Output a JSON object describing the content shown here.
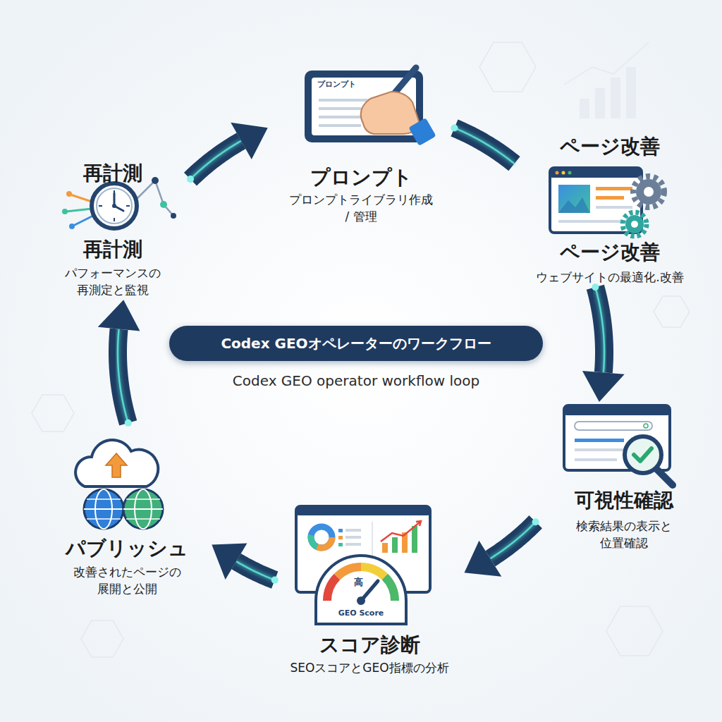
{
  "diagram": {
    "nodes": [
      {
        "text": [
          "プロンプト",
          "プロンプトライブラリ作成 / 管理"
        ]
      },
      {
        "text": [
          "ページ改善",
          "ページ改善",
          "ウェブサイトの最適化.改善"
        ]
      },
      {
        "text": [
          "可視性確認",
          "検索結果の表示と 位置確認"
        ]
      },
      {
        "text": [
          "スコア診断",
          "SEOスコアとGEO指標の分析"
        ]
      },
      {
        "text": [
          "パブリッシュ",
          "改善されたページの 展開と公開"
        ]
      },
      {
        "text": [
          "再計測",
          "再計測",
          "パフォーマンスの 再測定と監視"
        ]
      },
      {
        "text": [
          "Codex GEOオペレーターのワークフロー",
          "Codex GEO operator workflow loop"
        ]
      }
    ],
    "edges": [
      {
        "from": 0,
        "to": 1,
        "arrow": "none"
      },
      {
        "from": 1,
        "to": 2,
        "arrow": "to"
      },
      {
        "from": 2,
        "to": 3,
        "arrow": "to"
      },
      {
        "from": 3,
        "to": 4,
        "arrow": "to"
      },
      {
        "from": 4,
        "to": 5,
        "arrow": "to"
      },
      {
        "from": 5,
        "to": 0,
        "arrow": "to"
      }
    ],
    "labels": [
      "プロンプト",
      "高",
      "GEO Score"
    ]
  }
}
